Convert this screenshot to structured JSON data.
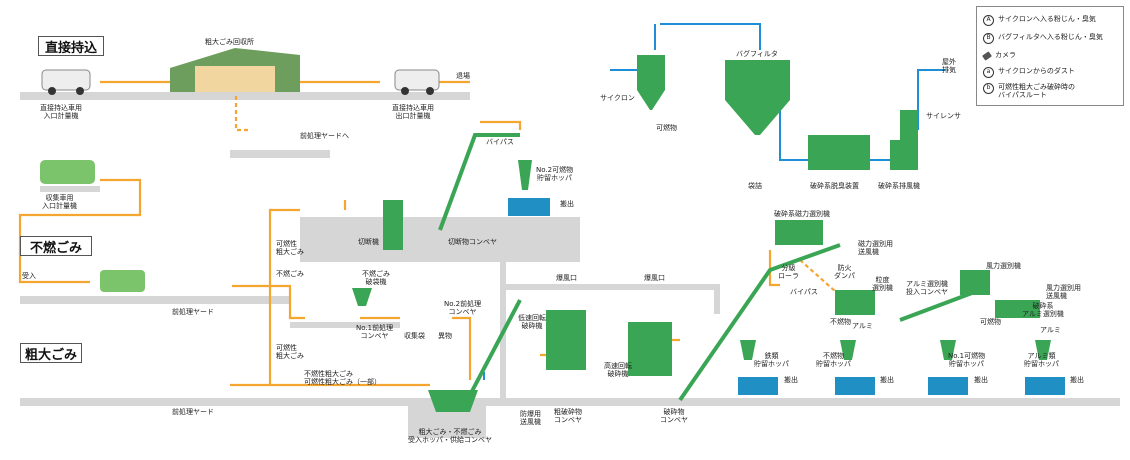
{
  "colors": {
    "route": "#f4a630",
    "air": "#1e8fd6",
    "green": "#3aa655",
    "lightgreen": "#9dd47a",
    "ground": "#d8d8d8",
    "truck_body": "#1f8fc4"
  },
  "sections": {
    "direct": "直接持込",
    "incombustible": "不燃ごみ",
    "bulky": "粗大ごみ"
  },
  "labels": {
    "bulky_collection": "粗大ごみ回収所",
    "direct_in_scale": "直接持込車用\n入口計量機",
    "direct_out_scale": "直接持込車用\n出口計量機",
    "return": "退場",
    "to_pre_yard": "前処理ヤードへ",
    "collection_scale": "収集車用\n入口計量機",
    "accept": "受入",
    "pre_yard_1": "前処理ヤード",
    "pre_yard_2": "前処理ヤード",
    "combustible_bulky": "可燃性\n粗大ごみ",
    "incombustible_waste": "不燃ごみ",
    "combustible": "可燃性\n粗大ごみ",
    "mixed": "不燃性粗大ごみ\n可燃性粗大ごみ（一部）",
    "cutter": "切断機",
    "cut_conveyor": "切断物コンベヤ",
    "bypass1": "バイパス",
    "hopper2": "No.2可燃物\n貯留ホッパ",
    "out": "搬出",
    "bag_breaker": "不燃ごみ\n破袋機",
    "no1_pre_conveyor": "No.1前処理\nコンベヤ",
    "no2_pre_conveyor": "No.2前処理\nコンベヤ",
    "collect_bag": "収集袋",
    "foreign": "異物",
    "receiving": "粗大ごみ・不燃ごみ\n受入ホッパ・供給コンベヤ",
    "explosion1": "爆風口",
    "explosion2": "爆風口",
    "low_speed": "低速回転\n破砕機",
    "high_speed": "高速回転\n破砕機",
    "coarse_conveyor": "粗破砕物\nコンベヤ",
    "crushed_conveyor": "破砕物\nコンベヤ",
    "fire_fan": "防爆用\n送風機",
    "cyclone": "サイクロン",
    "bag_filter": "バグフィルタ",
    "bag_out": "袋詰",
    "deodorizer": "破砕系脱臭装置",
    "exhaust_fan": "破砕系排風機",
    "silencer": "サイレンサ",
    "outdoor": "屋外\n排気",
    "combustible_small": "可燃物",
    "magnet": "破砕系磁力選別機",
    "magnet_fan": "磁力選別用\n送風機",
    "split_roller": "分級\nローラ",
    "fire_damper": "防火\nダンパ",
    "bypass2": "バイパス",
    "particle": "粒度\n選別機",
    "incomb_small": "不燃物",
    "alum_small": "アルミ",
    "alum_conveyor": "アルミ選別機\n投入コンベヤ",
    "wind_sorter": "風力選別機",
    "wind_fan": "風力選別用\n送風機",
    "alum_sorter": "破砕系\nアルミ選別機",
    "comb_small2": "可燃物",
    "alum_small2": "アルミ",
    "iron_hopper": "鉄類\n貯留ホッパ",
    "incomb_hopper": "不燃物\n貯留ホッパ",
    "no1_hopper": "No.1可燃物\n貯留ホッパ",
    "alum_hopper": "アルミ類\n貯留ホッパ",
    "out2": "搬出",
    "out3": "搬出",
    "out4": "搬出",
    "out5": "搬出"
  },
  "legend": [
    {
      "sym": "A",
      "text": "サイクロンへ入る粉じん・臭気"
    },
    {
      "sym": "B",
      "text": "バグフィルタへ入る粉じん・臭気"
    },
    {
      "sym": "cam",
      "text": "カメラ"
    },
    {
      "sym": "a",
      "text": "サイクロンからのダスト"
    },
    {
      "sym": "b",
      "text": "可燃性粗大ごみ破砕時の\nバイパスルート"
    }
  ]
}
